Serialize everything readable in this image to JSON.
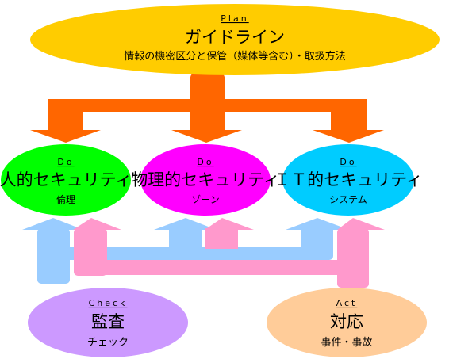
{
  "colors": {
    "plan": "#FFCC00",
    "orange_arrow": "#FF6600",
    "do_human": "#00FF00",
    "do_physical": "#FF00FF",
    "do_it": "#00CCFF",
    "check": "#CC99FF",
    "act": "#FFCC99",
    "check_arrow": "#99CCFF",
    "act_arrow": "#FF99CC"
  },
  "plan": {
    "tag": "Plan",
    "title": "ガイドライン",
    "subtitle": "情報の機密区分と保管（媒体等含む）・取扱方法"
  },
  "do": [
    {
      "tag": "Do",
      "title": "人的セキュリティ",
      "subtitle": "倫理"
    },
    {
      "tag": "Do",
      "title": "物理的セキュリティ",
      "subtitle": "ゾーン"
    },
    {
      "tag": "Do",
      "title": "ＩＴ的セキュリティ",
      "subtitle": "システム"
    }
  ],
  "check": {
    "tag": "Check",
    "title": "監査",
    "subtitle": "チェック"
  },
  "act": {
    "tag": "Act",
    "title": "対応",
    "subtitle": "事件・事故"
  }
}
